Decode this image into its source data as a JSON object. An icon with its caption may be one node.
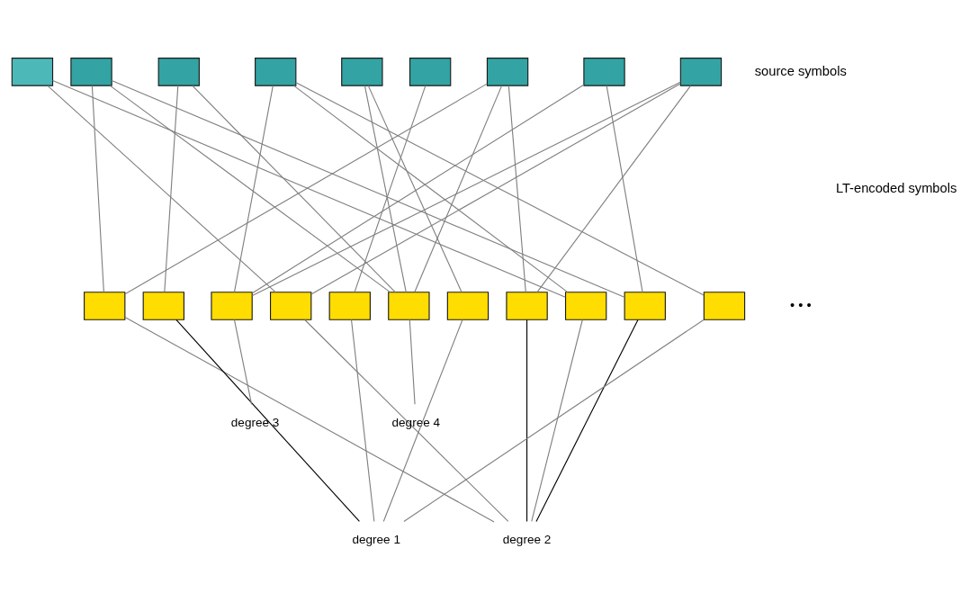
{
  "diagram": {
    "nodes": [
      {
        "text": [],
        "shape": "box"
      },
      {
        "text": [],
        "shape": "box"
      },
      {
        "text": [],
        "shape": "box"
      },
      {
        "text": [],
        "shape": "box"
      },
      {
        "text": [],
        "shape": "box"
      },
      {
        "text": [],
        "shape": "box"
      },
      {
        "text": [],
        "shape": "box"
      },
      {
        "text": [],
        "shape": "box"
      },
      {
        "text": [],
        "shape": "box"
      },
      {
        "text": [],
        "shape": "box"
      },
      {
        "text": [],
        "shape": "box"
      },
      {
        "text": [],
        "shape": "box"
      },
      {
        "text": [],
        "shape": "box"
      },
      {
        "text": [],
        "shape": "box"
      },
      {
        "text": [],
        "shape": "box"
      },
      {
        "text": [],
        "shape": "box"
      },
      {
        "text": [],
        "shape": "box"
      },
      {
        "text": [],
        "shape": "box"
      },
      {
        "text": [],
        "shape": "box"
      },
      {
        "text": [],
        "shape": "box"
      },
      {
        "text": [
          "degree 3"
        ]
      },
      {
        "text": [
          "degree 4"
        ]
      },
      {
        "text": [
          "degree 2"
        ]
      },
      {
        "text": [
          "degree 1"
        ]
      }
    ],
    "edges": [
      {
        "from": 0,
        "to": 12,
        "arrow": "none"
      },
      {
        "from": 0,
        "to": 17,
        "arrow": "none"
      },
      {
        "from": 1,
        "to": 9,
        "arrow": "none"
      },
      {
        "from": 1,
        "to": 14,
        "arrow": "none"
      },
      {
        "from": 1,
        "to": 18,
        "arrow": "none"
      },
      {
        "from": 2,
        "to": 10,
        "arrow": "none"
      },
      {
        "from": 2,
        "to": 14,
        "arrow": "none"
      },
      {
        "from": 3,
        "to": 11,
        "arrow": "none"
      },
      {
        "from": 3,
        "to": 17,
        "arrow": "none"
      },
      {
        "from": 3,
        "to": 19,
        "arrow": "none"
      },
      {
        "from": 4,
        "to": 14,
        "arrow": "none"
      },
      {
        "from": 4,
        "to": 15,
        "arrow": "none"
      },
      {
        "from": 5,
        "to": 13,
        "arrow": "none"
      },
      {
        "from": 6,
        "to": 9,
        "arrow": "none"
      },
      {
        "from": 6,
        "to": 14,
        "arrow": "none"
      },
      {
        "from": 6,
        "to": 16,
        "arrow": "none"
      },
      {
        "from": 7,
        "to": 11,
        "arrow": "none"
      },
      {
        "from": 7,
        "to": 18,
        "arrow": "none"
      },
      {
        "from": 8,
        "to": 11,
        "arrow": "none"
      },
      {
        "from": 8,
        "to": 12,
        "arrow": "none"
      },
      {
        "from": 8,
        "to": 16,
        "arrow": "none"
      },
      {
        "from": 11,
        "to": 20,
        "arrow": "none"
      },
      {
        "from": 14,
        "to": 21,
        "arrow": "none"
      },
      {
        "from": 9,
        "to": 22,
        "arrow": "none"
      },
      {
        "from": 12,
        "to": 22,
        "arrow": "none"
      },
      {
        "from": 16,
        "to": 22,
        "arrow": "none",
        "color": "#000000"
      },
      {
        "from": 17,
        "to": 22,
        "arrow": "none"
      },
      {
        "from": 18,
        "to": 22,
        "arrow": "none",
        "color": "#000000"
      },
      {
        "from": 10,
        "to": 23,
        "arrow": "none",
        "color": "#000000"
      },
      {
        "from": 13,
        "to": 23,
        "arrow": "none"
      },
      {
        "from": 15,
        "to": 23,
        "arrow": "none"
      },
      {
        "from": 19,
        "to": 23,
        "arrow": "none"
      }
    ],
    "labels": [
      "source symbols",
      "LT-encoded symbols",
      "• • •"
    ]
  }
}
